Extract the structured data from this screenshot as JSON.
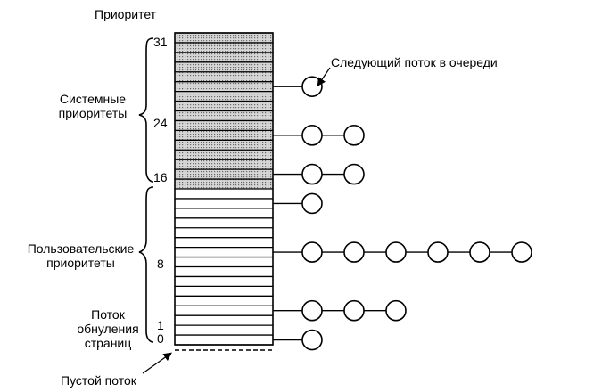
{
  "title": "Приоритет",
  "labels": {
    "next_thread": "Следующий поток в очереди",
    "system_priorities": [
      "Системные",
      "приоритеты"
    ],
    "user_priorities": [
      "Пользовательские",
      "приоритеты"
    ],
    "zero_page_thread": [
      "Поток",
      "обнуления",
      "страниц"
    ],
    "idle_thread": "Пустой поток"
  },
  "priority_numbers": [
    "31",
    "24",
    "16",
    "8",
    "1",
    "0"
  ],
  "diagram": {
    "levels": 32,
    "system_levels_shaded": 16,
    "queues": [
      {
        "priority_row": 26,
        "threads": 1
      },
      {
        "priority_row": 21,
        "threads": 2
      },
      {
        "priority_row": 17,
        "threads": 2
      },
      {
        "priority_row": 14,
        "threads": 1
      },
      {
        "priority_row": 9,
        "threads": 6
      },
      {
        "priority_row": 3,
        "threads": 3
      },
      {
        "priority_row": 0,
        "threads": 1
      }
    ],
    "colors": {
      "shade": "#b9b9b9",
      "line": "#000000"
    }
  }
}
